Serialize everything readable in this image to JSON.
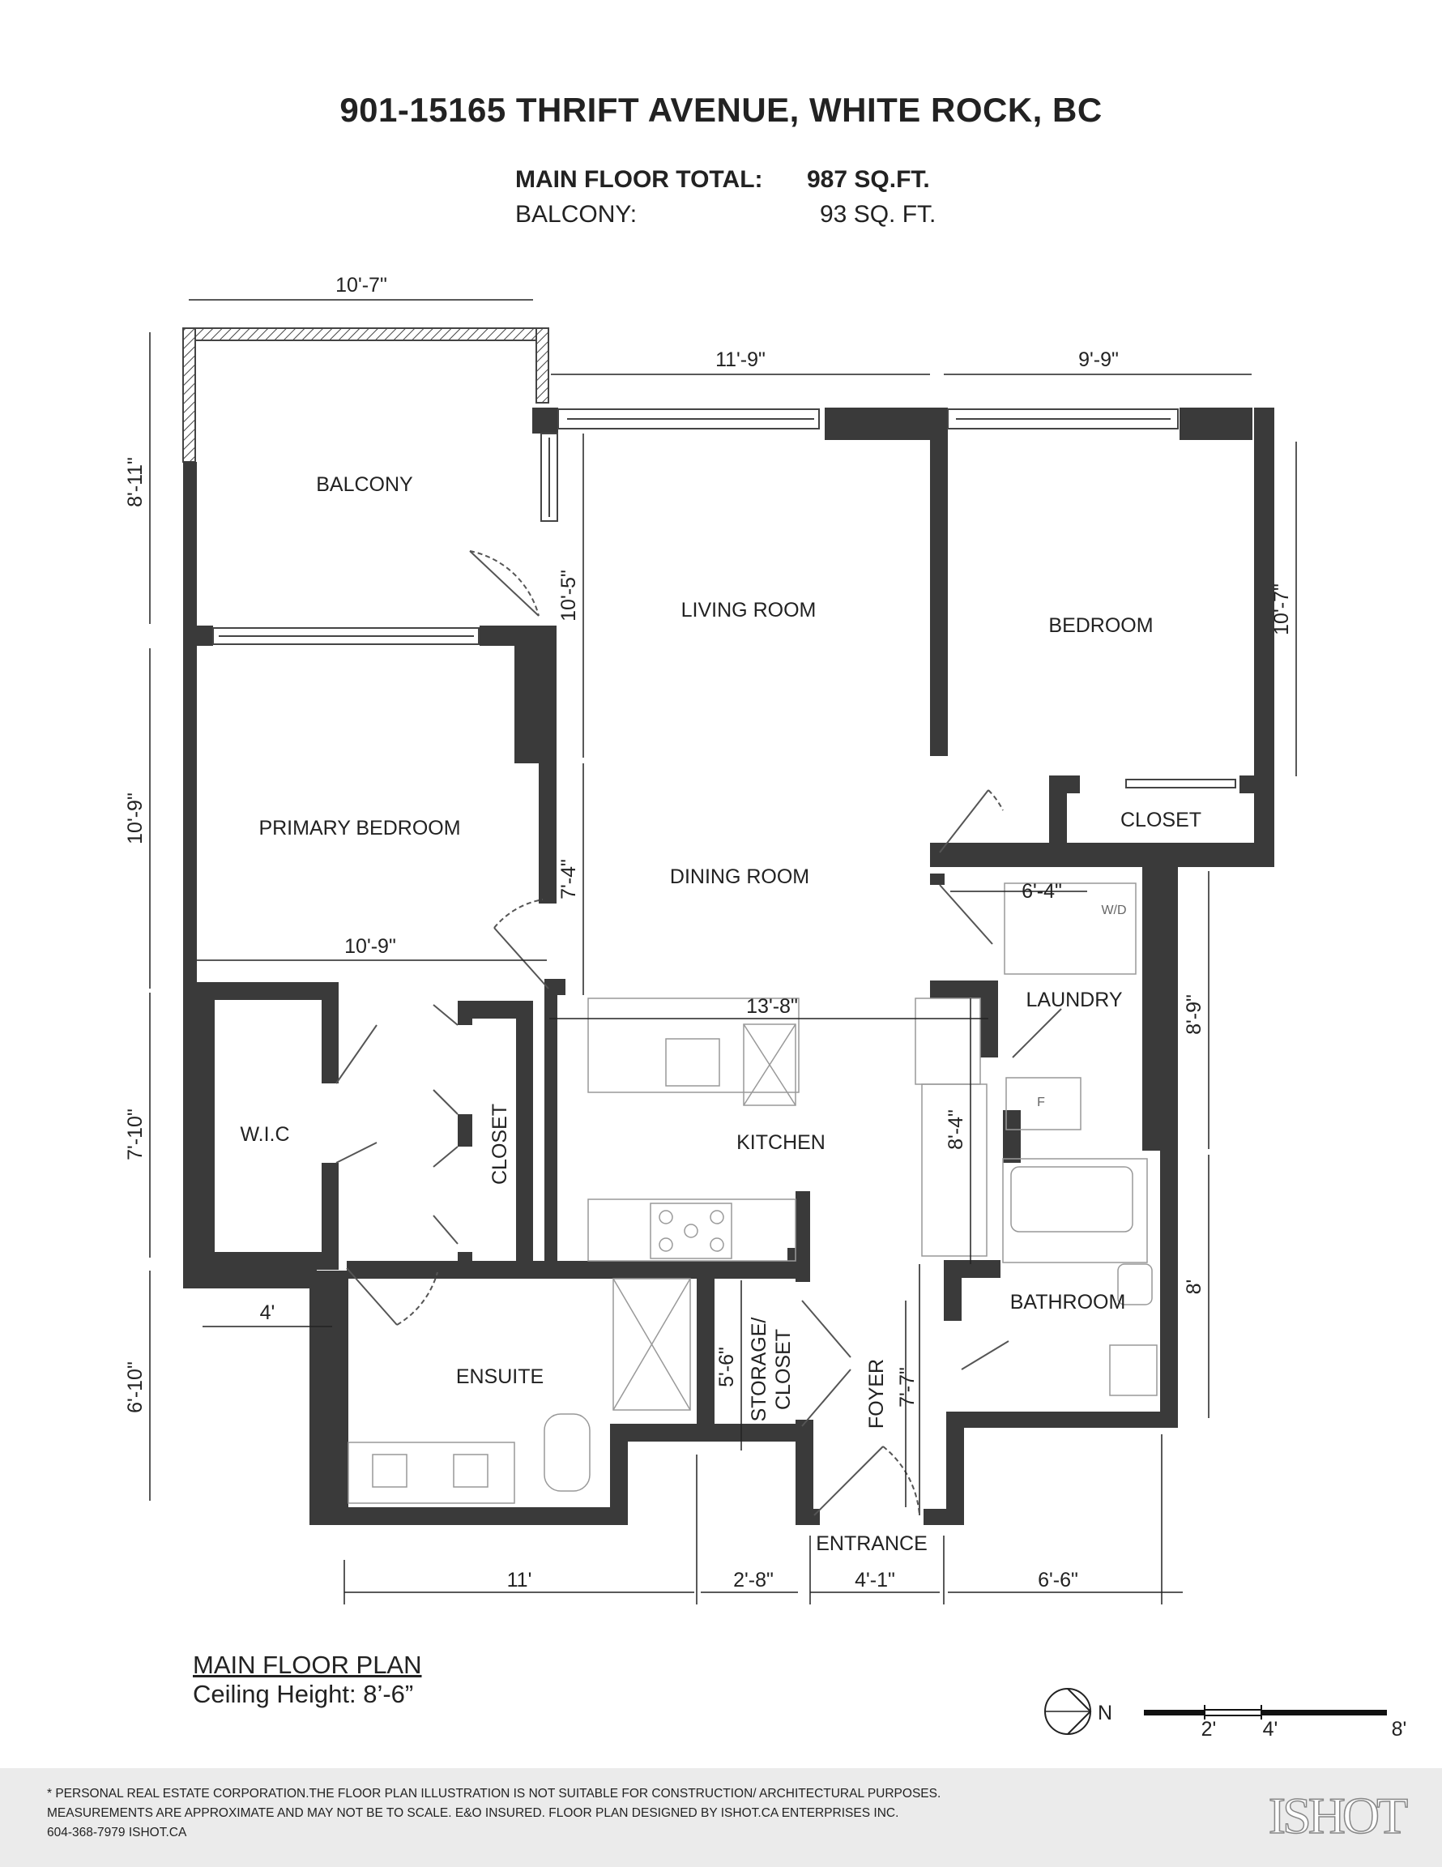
{
  "header": {
    "address": "901-15165 THRIFT AVENUE, WHITE ROCK, BC",
    "main_floor_label": "MAIN FLOOR TOTAL:",
    "main_floor_value": "987 SQ.FT.",
    "balcony_label": "BALCONY:",
    "balcony_value": "93 SQ. FT."
  },
  "rooms": {
    "balcony": "BALCONY",
    "living_room": "LIVING ROOM",
    "bedroom": "BEDROOM",
    "closet_bedroom": "CLOSET",
    "primary_bedroom": "PRIMARY BEDROOM",
    "dining_room": "DINING ROOM",
    "laundry": "LAUNDRY",
    "wic": "W.I.C",
    "closet_primary": "CLOSET",
    "kitchen": "KITCHEN",
    "ensuite": "ENSUITE",
    "storage_line1": "STORAGE/",
    "storage_line2": "CLOSET",
    "foyer": "FOYER",
    "bathroom": "BATHROOM",
    "entrance": "ENTRANCE",
    "washer_dryer": "W/D",
    "fridge": "F"
  },
  "dimensions": {
    "balcony_width": "10'-7\"",
    "living_width": "11'-9\"",
    "bedroom_width": "9'-9\"",
    "balcony_depth": "8'-11\"",
    "living_depth": "10'-5\"",
    "bedroom_depth": "10'-7\"",
    "primary_depth": "10'-9\"",
    "primary_width": "10'-9\"",
    "dining_depth": "7'-4\"",
    "laundry_width": "6'-4\"",
    "kitchen_width": "13'-8\"",
    "laundry_depth": "8'-9\"",
    "kitchen_depth": "8'-4\"",
    "wic_depth": "7'-10\"",
    "wic_offset": "4'",
    "bathroom_depth": "8'",
    "storage_depth": "5'-6\"",
    "foyer_depth": "7'-7\"",
    "ensuite_depth": "6'-10\"",
    "ensuite_width": "11'",
    "storage_width": "2'-8\"",
    "foyer_width": "4'-1\"",
    "bathroom_width": "6'-6\""
  },
  "plan_title": "MAIN FLOOR PLAN",
  "ceiling_height": "Ceiling Height: 8’-6”",
  "compass_label": "N",
  "scale": {
    "label_2": "2'",
    "label_4": "4'",
    "label_8": "8'"
  },
  "footer": {
    "line1": "* PERSONAL REAL ESTATE CORPORATION.THE FLOOR PLAN ILLUSTRATION IS NOT SUITABLE FOR CONSTRUCTION/ ARCHITECTURAL PURPOSES.",
    "line2": "MEASUREMENTS ARE APPROXIMATE AND MAY NOT BE TO SCALE. E&O INSURED. FLOOR PLAN DESIGNED BY ISHOT.CA ENTERPRISES INC.",
    "line3": "604-368-7979  ISHOT.CA",
    "logo": "ISHOT"
  },
  "colors": {
    "wall": "#3a3a3a",
    "dim_line": "#222222",
    "footer_bg": "#ebebeb"
  }
}
